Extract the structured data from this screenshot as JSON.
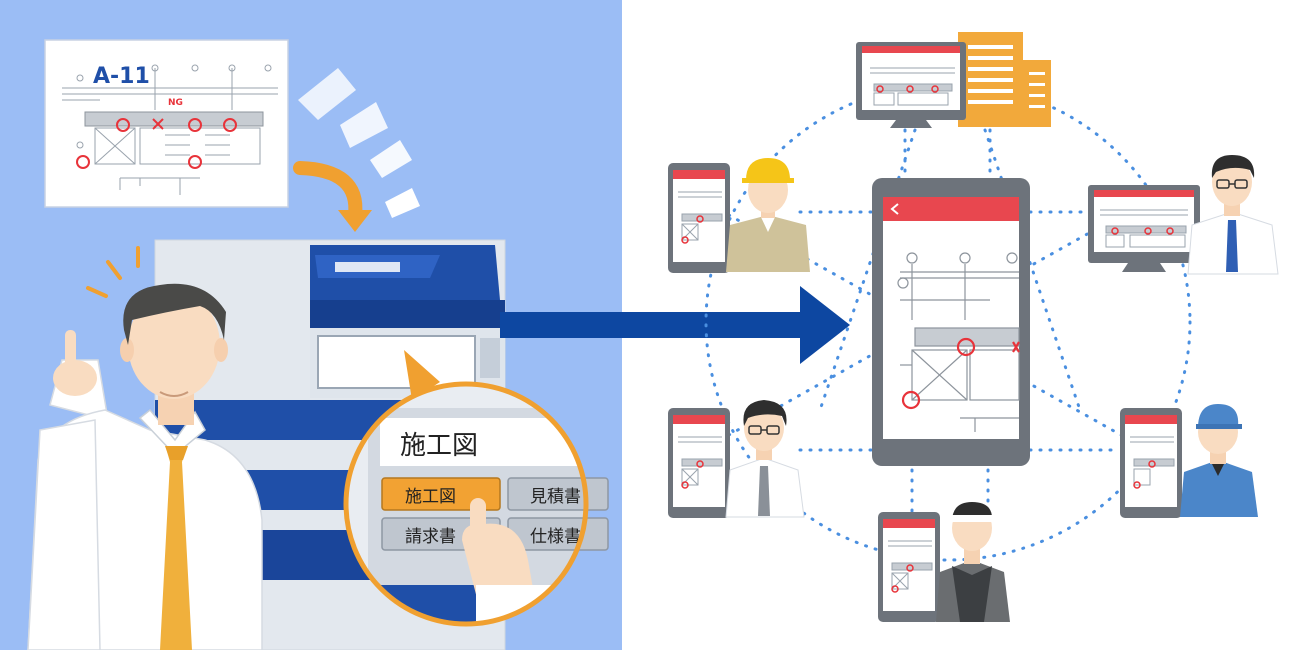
{
  "blueprint": {
    "sheet_label": "A-11",
    "ng_mark": "NG"
  },
  "mfp_panel": {
    "header": "施工図",
    "buttons": [
      {
        "label": "施工図",
        "selected": true
      },
      {
        "label": "見積書",
        "selected": false
      },
      {
        "label": "請求書",
        "selected": false
      },
      {
        "label": "仕様書",
        "selected": false
      }
    ]
  },
  "colors": {
    "left_bg": "#9bbdf5",
    "mfp_blue": "#1f4fa8",
    "arrow_blue": "#0d47a1",
    "accent_orange": "#f0a030",
    "app_red": "#e8474f",
    "dots": "#4a8fe0",
    "building": "#f2a93b"
  },
  "icons": [
    "pointing-hand-icon",
    "fly-sheet-icon",
    "back-chevron-icon",
    "cross-mark-icon"
  ]
}
